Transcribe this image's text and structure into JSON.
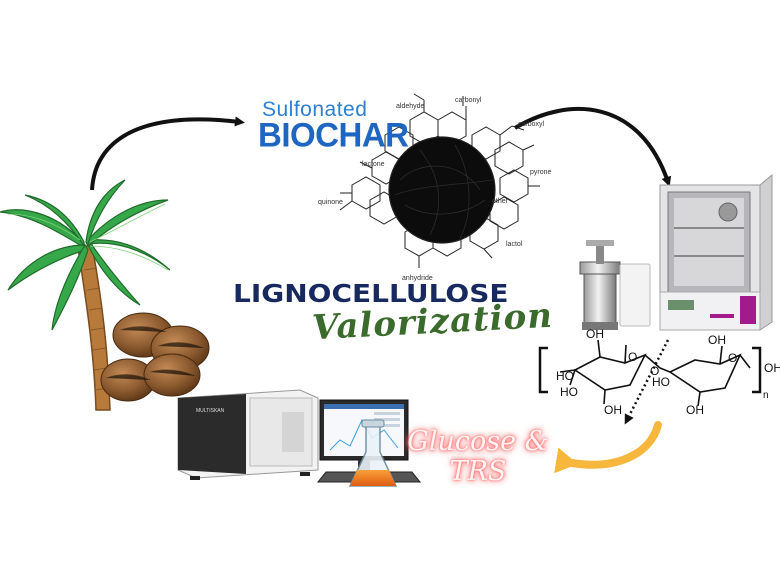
{
  "title": {
    "line1": "Sulfonated",
    "line2": "BIOCHAR"
  },
  "banner": {
    "line1": "LIGNOCELLULOSE",
    "line2": "Valorization"
  },
  "product": {
    "line1": "Glucose &",
    "line2": "TRS"
  },
  "functional_groups": {
    "aldehyde": "aldehyde",
    "carbonyl": "carbonyl",
    "carboxyl": "carboxyl",
    "lactone": "lactone",
    "pyrone": "pyrone",
    "quinone": "quinone",
    "ether": "ether",
    "lactol": "lactol",
    "anhydride": "anhydride"
  },
  "cellulose_labels": {
    "oh": "OH",
    "ho": "HO",
    "o": "O",
    "n": "n"
  },
  "instrument": {
    "label": "MULTISKAN"
  },
  "colors": {
    "sulfonated": "#2f7fd0",
    "biochar": "#1f66c2",
    "lignocellulose": "#17295e",
    "valorization": "#3a6b2c",
    "glucose_glow": "#ff5a5a",
    "arrow_orange": "#f6b73c",
    "arrow_black": "#111111"
  }
}
